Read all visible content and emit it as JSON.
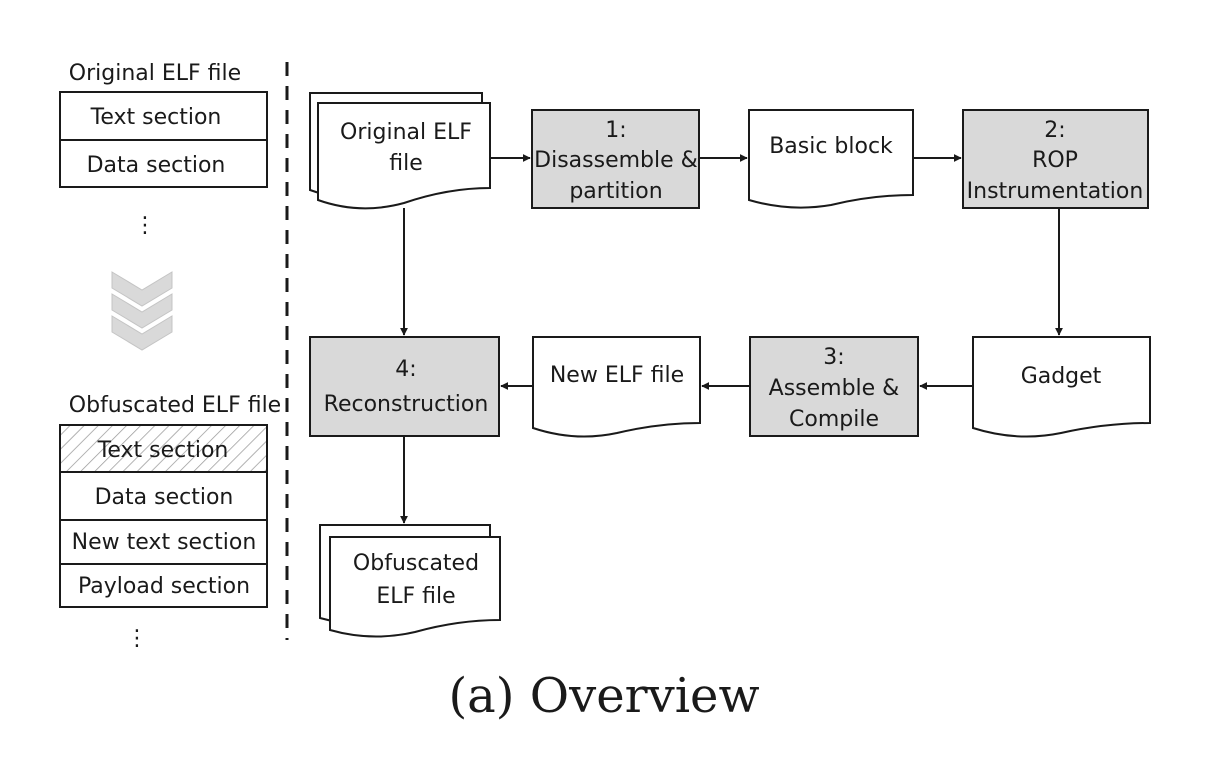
{
  "left_panel": {
    "original_title": "Original ELF file",
    "original_sections": [
      "Text section",
      "Data section"
    ],
    "original_more": "⋮",
    "obfuscated_title": "Obfuscated ELF file",
    "obfuscated_sections": [
      "Text section",
      "Data section",
      "New text section",
      "Payload section"
    ],
    "obfuscated_more": "⋮"
  },
  "flow": {
    "original_elf": [
      "Original ELF",
      "file"
    ],
    "step1": [
      "1:",
      "Disassemble &",
      "partition"
    ],
    "basic_block": [
      "Basic block"
    ],
    "step2": [
      "2:",
      "ROP",
      "Instrumentation"
    ],
    "gadget": [
      "Gadget"
    ],
    "step3": [
      "3:",
      "Assemble &",
      "Compile"
    ],
    "new_elf": [
      "New ELF file"
    ],
    "step4": [
      "4:",
      "Reconstruction"
    ],
    "obfuscated_elf": [
      "Obfuscated",
      "ELF file"
    ]
  },
  "caption": "(a) Overview",
  "colors": {
    "process_fill": "#d9d9d9",
    "stroke": "#1a1a1a",
    "chevron": "#d9d9d9"
  }
}
